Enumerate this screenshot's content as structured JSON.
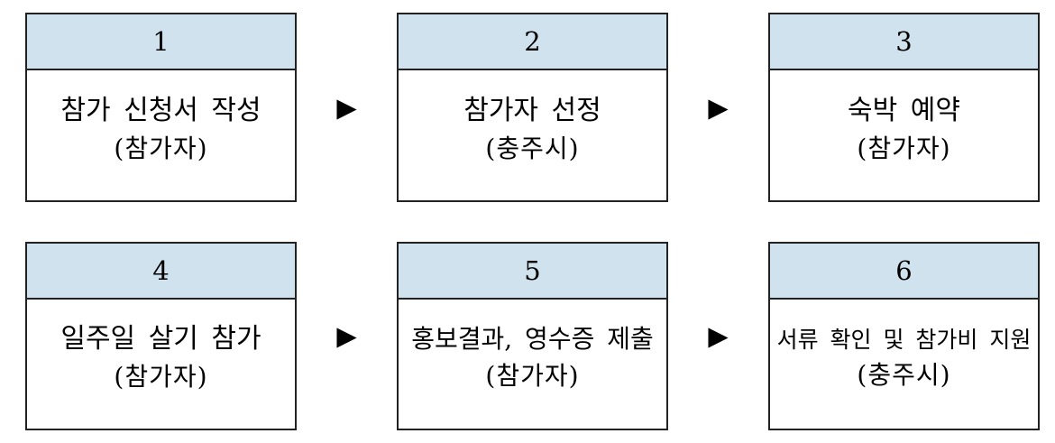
{
  "diagram": {
    "type": "process-flow",
    "arrow_icon": "▶",
    "colors": {
      "header_bg": "#cfe2ee",
      "border": "#222222",
      "body_bg": "#ffffff",
      "text": "#000000"
    },
    "rows": [
      {
        "steps": [
          {
            "number": "1",
            "title": "참가 신청서 작성",
            "actor": "(참가자)"
          },
          {
            "number": "2",
            "title": "참가자 선정",
            "actor": "(충주시)"
          },
          {
            "number": "3",
            "title": "숙박 예약",
            "actor": "(참가자)"
          }
        ]
      },
      {
        "steps": [
          {
            "number": "4",
            "title": "일주일 살기 참가",
            "actor": "(참가자)"
          },
          {
            "number": "5",
            "title": "홍보결과, 영수증 제출",
            "actor": "(참가자)"
          },
          {
            "number": "6",
            "title": "서류 확인 및 참가비 지원",
            "actor": "(충주시)"
          }
        ]
      }
    ]
  }
}
